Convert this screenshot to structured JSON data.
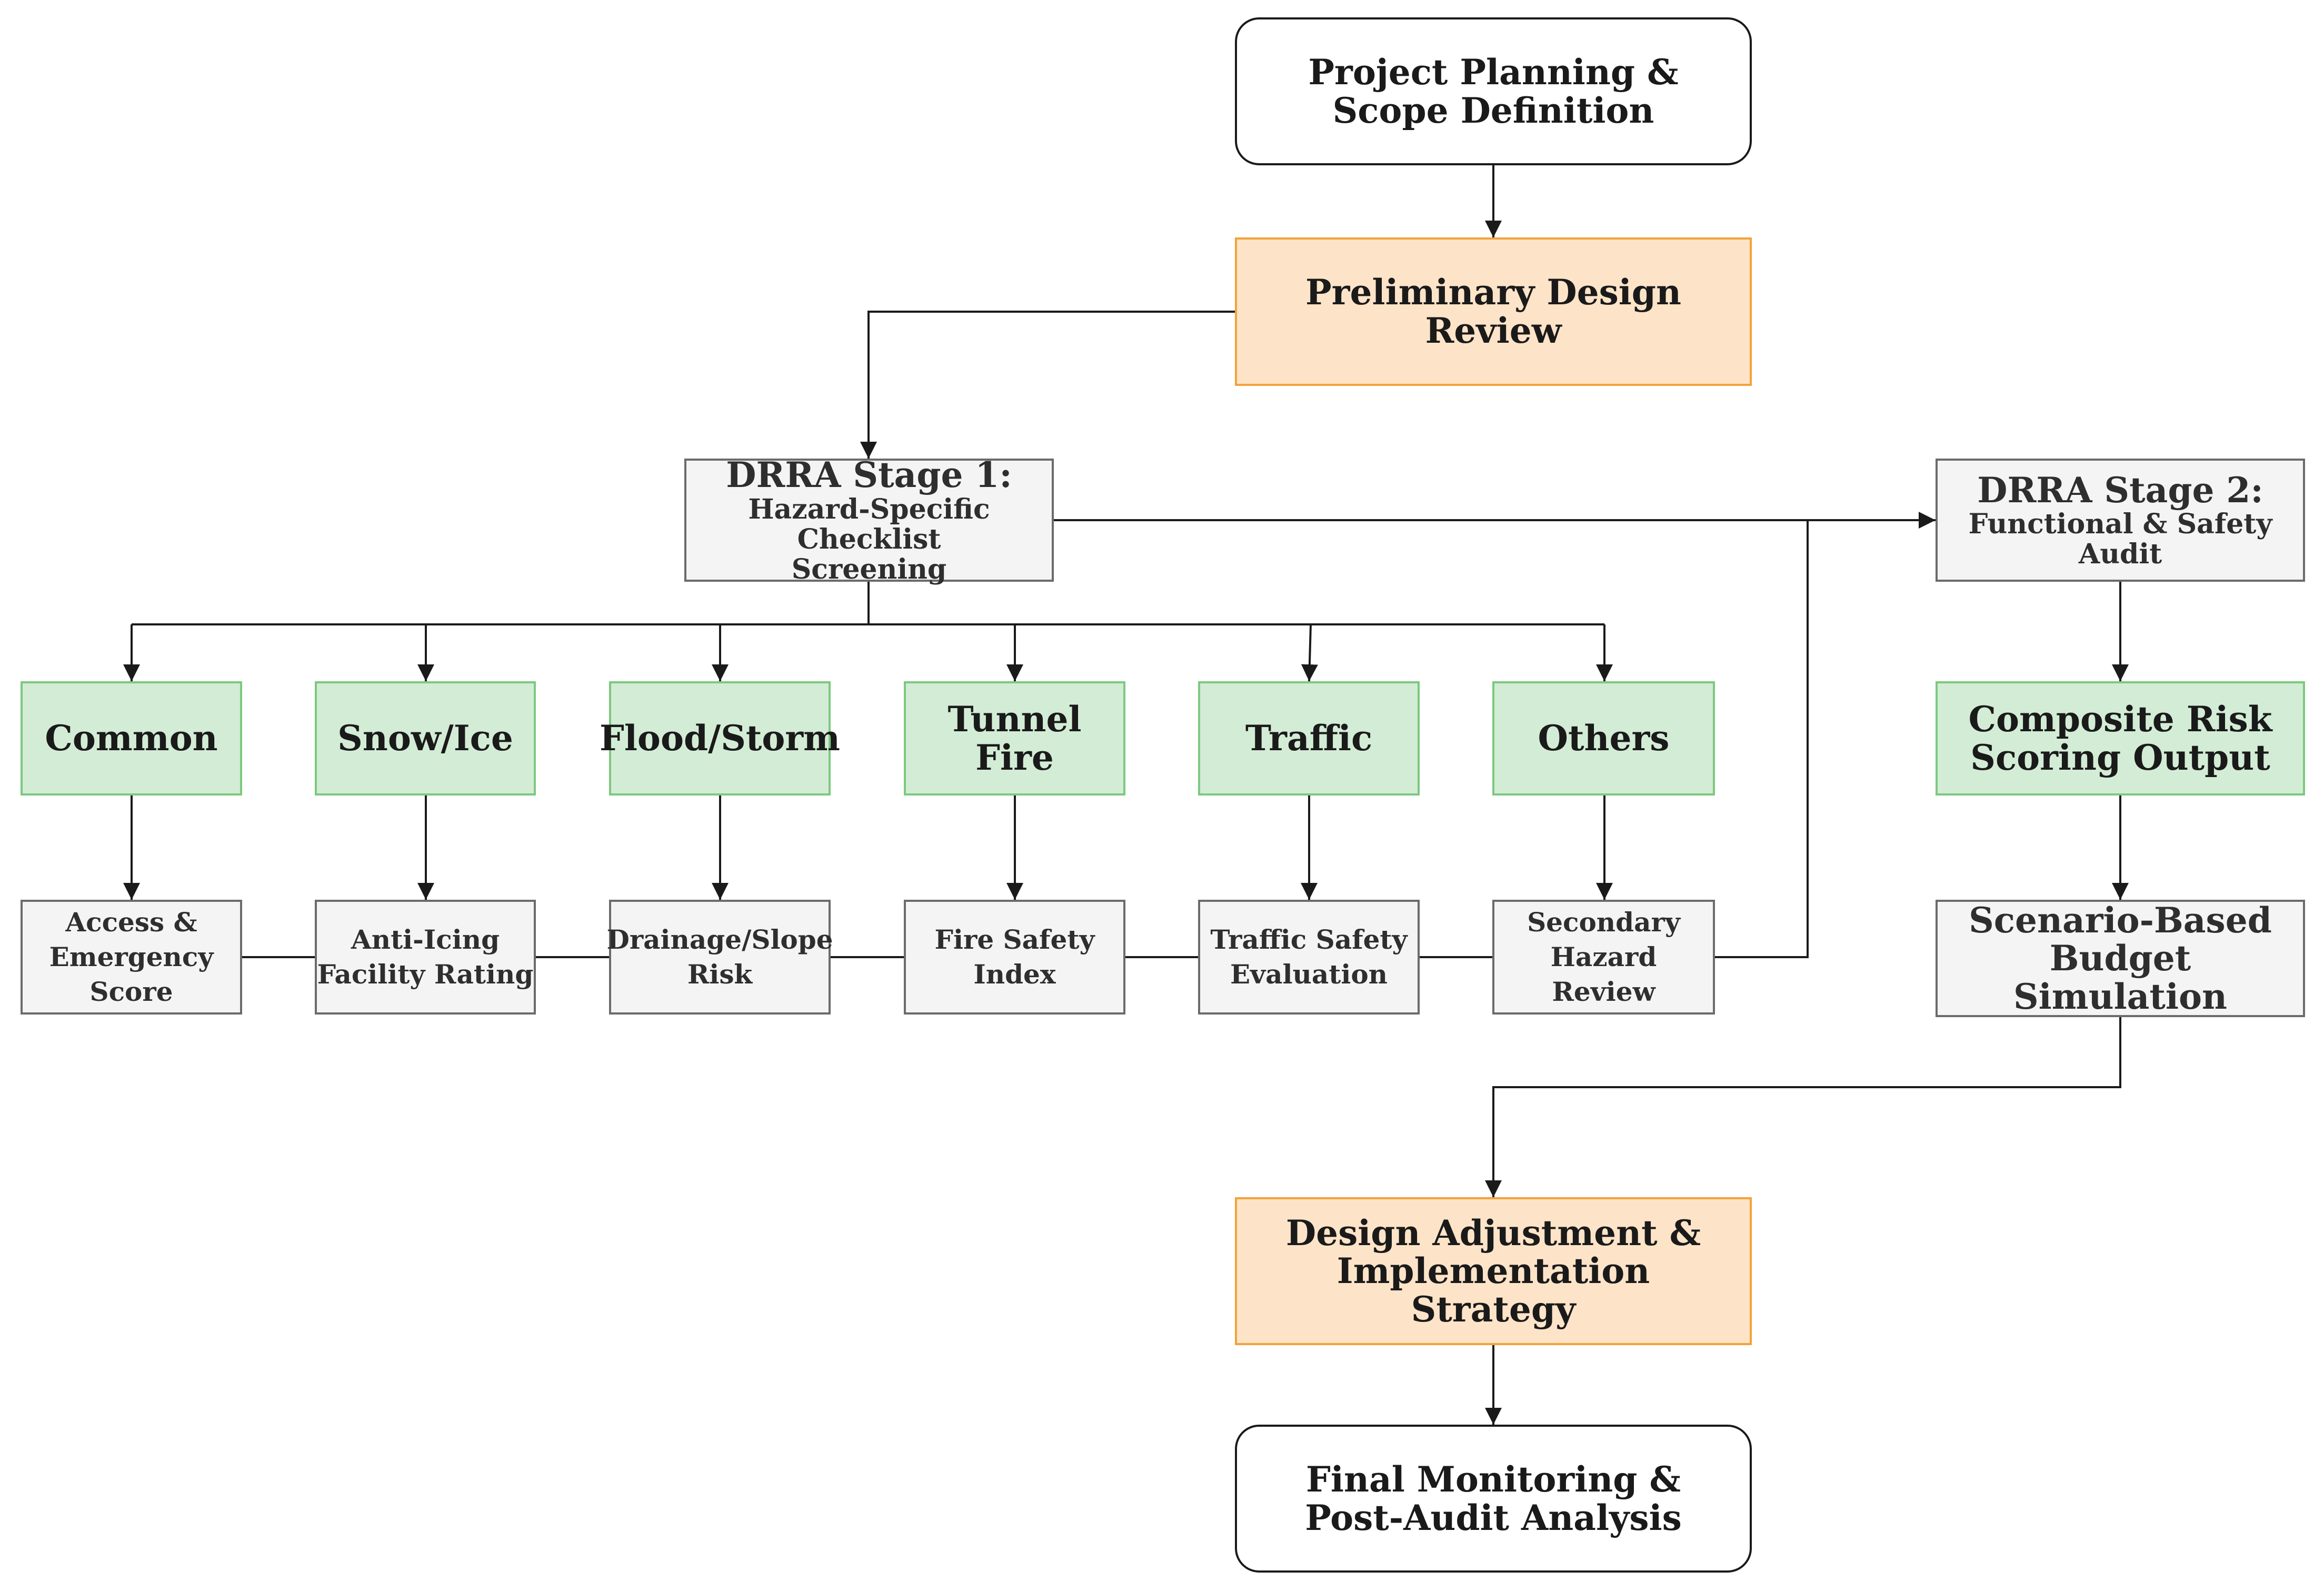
{
  "nodes": {
    "project_planning": "Project Planning & Scope Definition",
    "preliminary_review": "Preliminary Design Review",
    "stage1": {
      "title": "DRRA Stage 1:",
      "subtitle_line1": "Hazard-Specific Checklist",
      "subtitle_line2": "Screening"
    },
    "stage2": {
      "title": "DRRA Stage 2:",
      "subtitle": "Functional & Safety Audit"
    },
    "categories": [
      "Common",
      "Snow/Ice",
      "Flood/Storm",
      "Tunnel Fire",
      "Traffic",
      "Others"
    ],
    "results": [
      [
        "Access &",
        "Emergency",
        "Score"
      ],
      [
        "Anti-Icing",
        "Facility Rating"
      ],
      [
        "Drainage/Slope",
        "Risk"
      ],
      [
        "Fire Safety",
        "Index"
      ],
      [
        "Traffic Safety",
        "Evaluation"
      ],
      [
        "Secondary",
        "Hazard Review"
      ]
    ],
    "composite_risk": "Composite Risk Scoring Output",
    "budget_sim": "Scenario-Based Budget Simulation",
    "design_adjust": "Design Adjustment & Implementation Strategy",
    "final_monitor": "Final Monitoring & Post-Audit Analysis"
  },
  "colors": {
    "orange_fill": "#fde4c8",
    "orange_border": "#f2a23a",
    "green_fill": "#d3ecd6",
    "green_border": "#7cc97e",
    "gray_fill": "#f4f4f4",
    "gray_border": "#6b6b6b",
    "line": "#1a1a1a"
  }
}
